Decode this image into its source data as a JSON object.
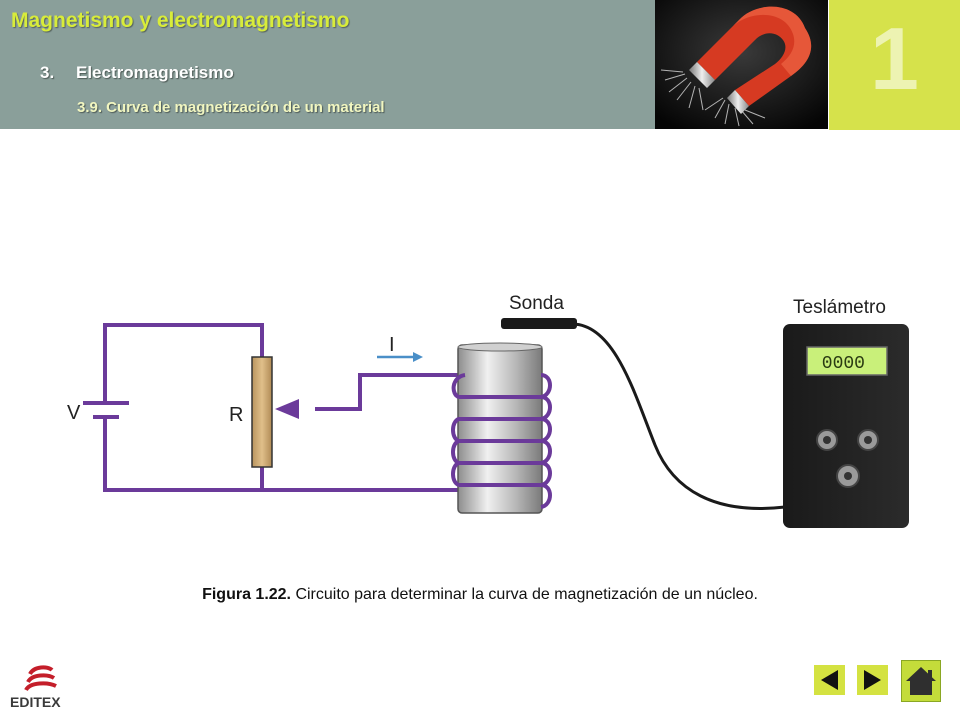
{
  "header": {
    "title": "Magnetismo y electromagnetismo",
    "section_number": "3.",
    "section_title": "Electromagnetismo",
    "subsection": "3.9. Curva de magnetización de un material",
    "chapter_number": "1"
  },
  "figure": {
    "label_v": "V",
    "label_r": "R",
    "label_i": "I",
    "label_probe": "Sonda",
    "label_teslameter": "Teslámetro",
    "display_reading": "0000"
  },
  "caption": {
    "figure_number": "Figura 1.22.",
    "text": " Circuito para determinar la curva de magnetización de un núcleo."
  },
  "footer": {
    "logo_text": "EDITEX"
  },
  "colors": {
    "header_band": "#8a9f9a",
    "title_text": "#d8ec3a",
    "chapter_box": "#d6e24b",
    "wire": "#6b3a9a",
    "nav_button": "#d4e241"
  },
  "icons": {
    "prev": "triangle-left-icon",
    "next": "triangle-right-icon",
    "home": "house-icon"
  }
}
